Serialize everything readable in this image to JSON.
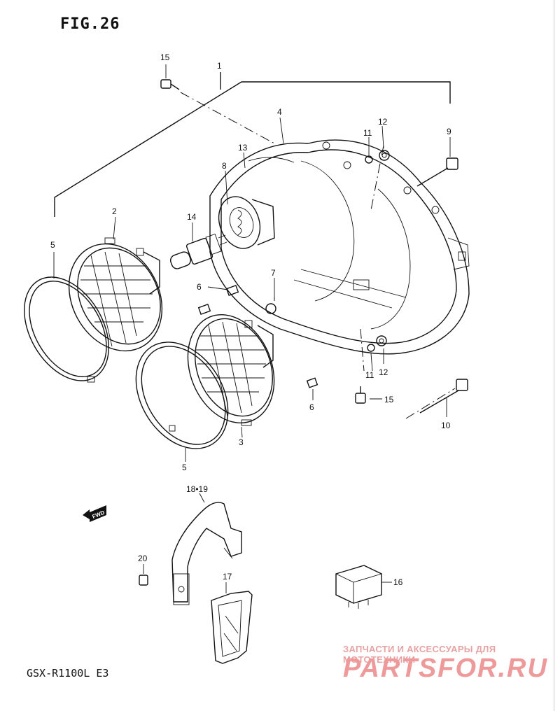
{
  "figure": {
    "title": "FIG.26",
    "model": "GSX-R1100L  E3",
    "direction_label": "FWD"
  },
  "parts": [
    {
      "id": "label-1",
      "text": "1"
    },
    {
      "id": "label-2",
      "text": "2"
    },
    {
      "id": "label-3",
      "text": "3"
    },
    {
      "id": "label-4",
      "text": "4"
    },
    {
      "id": "label-5a",
      "text": "5"
    },
    {
      "id": "label-5b",
      "text": "5"
    },
    {
      "id": "label-6a",
      "text": "6"
    },
    {
      "id": "label-6b",
      "text": "6"
    },
    {
      "id": "label-7",
      "text": "7"
    },
    {
      "id": "label-8",
      "text": "8"
    },
    {
      "id": "label-9",
      "text": "9"
    },
    {
      "id": "label-10",
      "text": "10"
    },
    {
      "id": "label-11a",
      "text": "11"
    },
    {
      "id": "label-11b",
      "text": "11"
    },
    {
      "id": "label-12a",
      "text": "12"
    },
    {
      "id": "label-12b",
      "text": "12"
    },
    {
      "id": "label-13",
      "text": "13"
    },
    {
      "id": "label-14",
      "text": "14"
    },
    {
      "id": "label-15a",
      "text": "15"
    },
    {
      "id": "label-15b",
      "text": "15"
    },
    {
      "id": "label-16",
      "text": "16"
    },
    {
      "id": "label-17",
      "text": "17"
    },
    {
      "id": "label-18-19",
      "text": "18•19"
    },
    {
      "id": "label-20",
      "text": "20"
    }
  ],
  "watermark": {
    "tagline": "ЗАПЧАСТИ И АКСЕССУАРЫ ДЛЯ МОТОТЕХНИКИ",
    "brand": "PARTSFOR.RU"
  }
}
